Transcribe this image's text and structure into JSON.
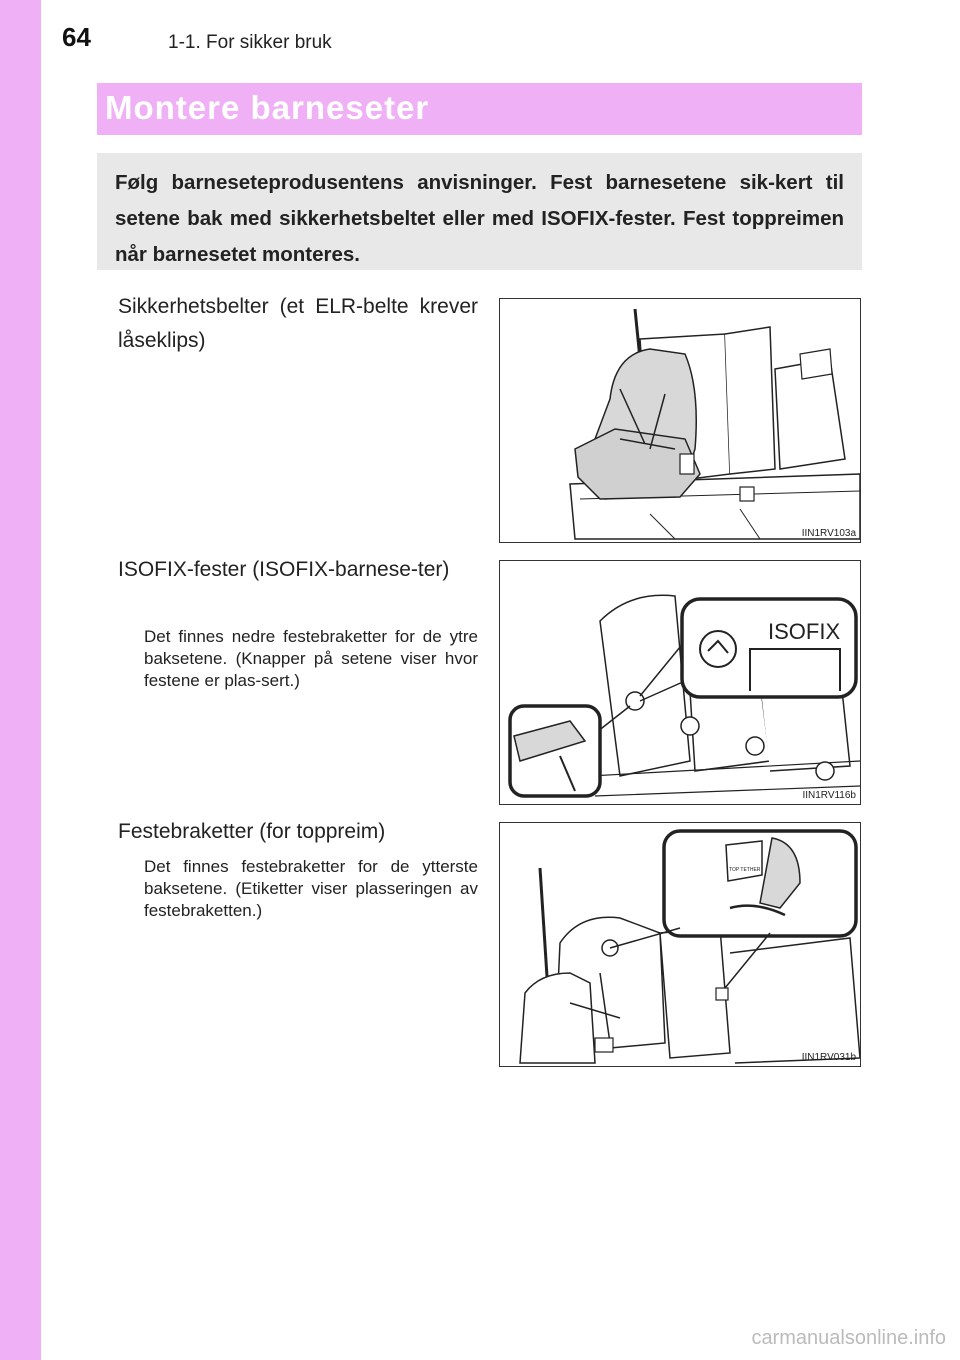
{
  "header": {
    "page_number": "64",
    "chapter": "1-1. For sikker bruk"
  },
  "title": "Montere barneseter",
  "intro": "Følg barneseteprodusentens anvisninger. Fest barnesetene sik-kert til setene bak med sikkerhetsbeltet eller med ISOFIX-fester. Fest toppreimen når barnesetet monteres.",
  "sections": [
    {
      "heading": "Sikkerhetsbelter (et ELR-belte krever låseklips)",
      "body": "",
      "figure_code": "IIN1RV103a"
    },
    {
      "heading": "ISOFIX-fester (ISOFIX-barnese-ter)",
      "body": "Det finnes nedre festebraketter for de ytre baksetene. (Knapper på setene viser hvor festene er plas-sert.)",
      "figure_code": "IIN1RV116b",
      "figure_label": "ISOFIX"
    },
    {
      "heading": "Festebraketter (for toppreim)",
      "body": "Det finnes festebraketter for de ytterste baksetene. (Etiketter viser plasseringen av festebraketten.)",
      "figure_code": "IIN1RV031b",
      "figure_label": "TOP TETHER"
    }
  ],
  "watermark": "carmanualsonline.info",
  "colors": {
    "accent": "#f0b0f5",
    "intro_bg": "#e8e8e8",
    "fig_fill": "#d8d8d8"
  }
}
